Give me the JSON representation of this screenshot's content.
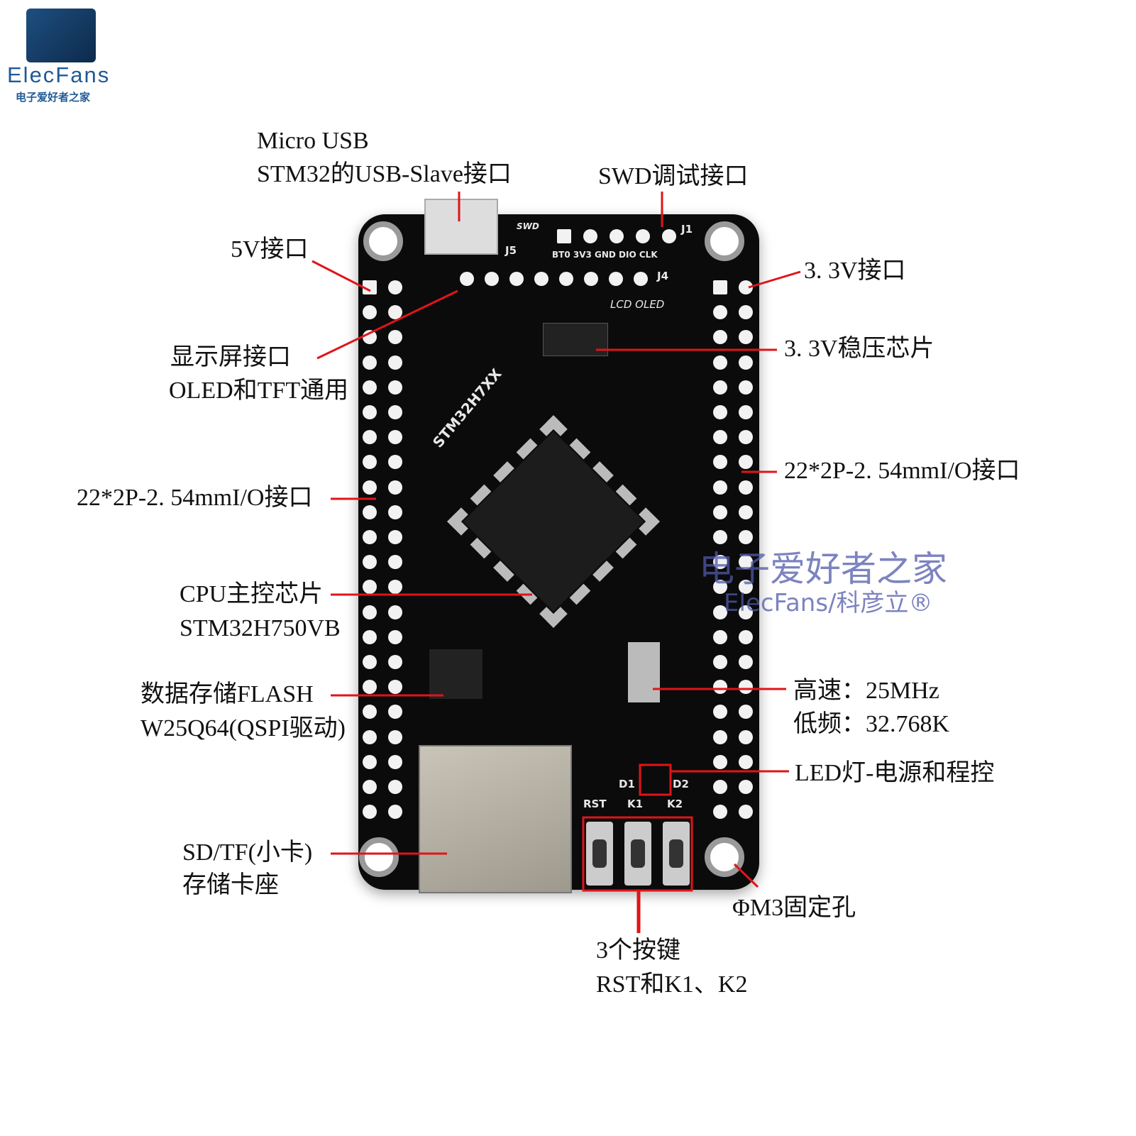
{
  "logo": {
    "name": "ElecFans",
    "subtitle": "电子爱好者之家"
  },
  "watermark": {
    "line1": "电子爱好者之家",
    "line2": "ElecFans/科彦立®"
  },
  "board_silk": {
    "j1": "J1",
    "j4": "J4",
    "j5": "J5",
    "swd": "SWD",
    "swd_pins": "BT0 3V3 GND DIO CLK",
    "lcd": "LCD OLED",
    "mcu": "STM32H7XX",
    "rst": "RST",
    "k1": "K1",
    "k2": "K2",
    "d1": "D1",
    "d2": "D2"
  },
  "labels": {
    "usb_1": "Micro USB",
    "usb_2": "STM32的USB-Slave接口",
    "swd": "SWD调试接口",
    "v5": "5V接口",
    "v33": "3. 3V接口",
    "display_1": "显示屏接口",
    "display_2": "OLED和TFT通用",
    "regulator": "3. 3V稳压芯片",
    "io_left": "22*2P-2. 54mmI/O接口",
    "io_right": "22*2P-2. 54mmI/O接口",
    "cpu_1": "CPU主控芯片",
    "cpu_2": "STM32H750VB",
    "flash_1": "数据存储FLASH",
    "flash_2": "W25Q64(QSPI驱动)",
    "crystal_1": "高速：25MHz",
    "crystal_2": "低频：32.768K",
    "led": "LED灯-电源和程控",
    "sd_1": "SD/TF(小卡)",
    "sd_2": "存储卡座",
    "hole": "ΦM3固定孔",
    "keys_1": "3个按键",
    "keys_2": "RST和K1、K2"
  },
  "colors": {
    "leader": "#e0141a",
    "board": "#0b0b0b",
    "logo": "#1f5a96"
  }
}
